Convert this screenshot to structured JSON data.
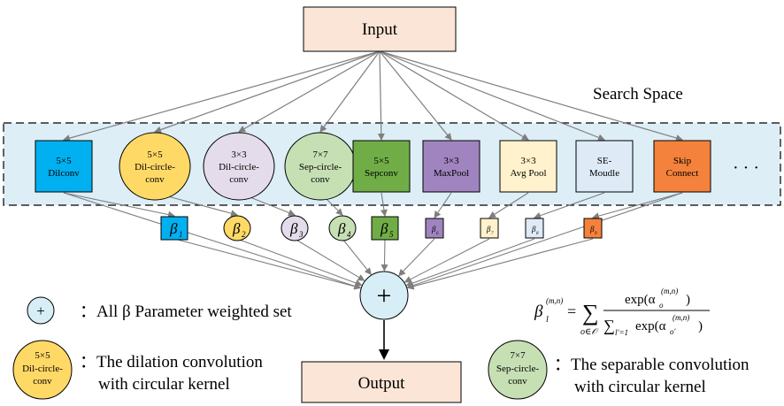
{
  "input_label": "Input",
  "output_label": "Output",
  "search_space_label": "Search Space",
  "ellipsis": "· · ·",
  "plus_symbol": "+",
  "colors": {
    "box_fill": "#fbe5d6",
    "panel_fill": "#ddeef6",
    "arrow": "#7f7f7f",
    "sum_fill": "#d7eef6",
    "black": "#000000"
  },
  "operations": [
    {
      "id": "dilconv",
      "shape": "rect",
      "line1": "5×5",
      "line2": "Dilconv",
      "line3": "",
      "fill": "#00b0f0"
    },
    {
      "id": "dil-circle-conv-5",
      "shape": "circle",
      "line1": "5×5",
      "line2": "Dil-circle-",
      "line3": "conv",
      "fill": "#ffd966"
    },
    {
      "id": "dil-circle-conv-3",
      "shape": "circle",
      "line1": "3×3",
      "line2": "Dil-circle-",
      "line3": "conv",
      "fill": "#e4dcea"
    },
    {
      "id": "sep-circle-conv-7",
      "shape": "circle",
      "line1": "7×7",
      "line2": "Sep-circle-",
      "line3": "conv",
      "fill": "#c6e0b4"
    },
    {
      "id": "sepconv",
      "shape": "rect",
      "line1": "5×5",
      "line2": "Sepconv",
      "line3": "",
      "fill": "#70ad47"
    },
    {
      "id": "maxpool",
      "shape": "rect",
      "line1": "3×3",
      "line2": "MaxPool",
      "line3": "",
      "fill": "#a084bf"
    },
    {
      "id": "avgpool",
      "shape": "rect",
      "line1": "3×3",
      "line2": "Avg Pool",
      "line3": "",
      "fill": "#fff2cc"
    },
    {
      "id": "se-module",
      "shape": "rect",
      "line1": "SE-",
      "line2": "Moudle",
      "line3": "",
      "fill": "#deebf7"
    },
    {
      "id": "skip-connect",
      "shape": "rect",
      "line1": "Skip",
      "line2": "Connect",
      "line3": "",
      "fill": "#f4823c"
    }
  ],
  "betas": [
    {
      "symbol": "β",
      "sub": "1",
      "shape": "rect",
      "fill": "#00b0f0"
    },
    {
      "symbol": "β",
      "sub": "2",
      "shape": "ellipse",
      "fill": "#ffd966"
    },
    {
      "symbol": "β",
      "sub": "3",
      "shape": "ellipse",
      "fill": "#e4dcea"
    },
    {
      "symbol": "β",
      "sub": "4",
      "shape": "ellipse",
      "fill": "#c6e0b4"
    },
    {
      "symbol": "β",
      "sub": "5",
      "shape": "rect",
      "fill": "#70ad47"
    },
    {
      "symbol": "β",
      "sub": "6",
      "shape": "rect",
      "fill": "#a084bf"
    },
    {
      "symbol": "β",
      "sub": "7",
      "shape": "rect",
      "fill": "#fff2cc"
    },
    {
      "symbol": "β",
      "sub": "8",
      "shape": "rect",
      "fill": "#deebf7"
    },
    {
      "symbol": "β",
      "sub": "9",
      "shape": "rect",
      "fill": "#f4823c"
    }
  ],
  "legend": {
    "plus_text": "：All β Parameter weighted set",
    "dil": {
      "line1": "5×5",
      "line2": "Dil-circle-",
      "line3": "conv",
      "text1": "：The dilation  convolution",
      "text2": "with circular kernel"
    },
    "sep": {
      "line1": "7×7",
      "line2": "Sep-circle-",
      "line3": "conv",
      "text1": "：The separable  convolution",
      "text2": "with circular kernel"
    }
  },
  "formula": {
    "lhs": "β",
    "lhs_sup": "(m,n)",
    "lhs_sub": "l",
    "equals": "=",
    "sum": "∑",
    "sum_sub": "o∈𝒪",
    "numerator": "exp(α",
    "num_sub": "o",
    "num_sup": "(m,n)",
    "num_close": ")",
    "den_sum": "∑",
    "den_sub": "l′=1",
    "den_exp": "exp(α",
    "den_esub": "o′",
    "den_esup": "(m,n)",
    "den_close": ")"
  }
}
